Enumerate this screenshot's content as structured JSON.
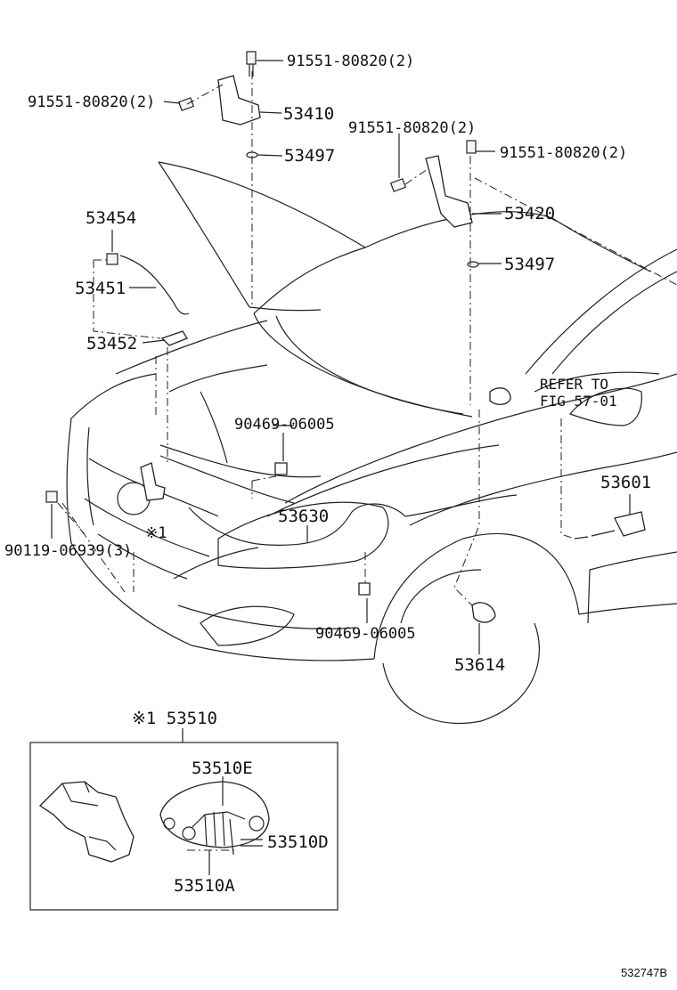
{
  "diagram": {
    "labels": {
      "bolt_top": "91551-80820(2)",
      "bolt_left": "91551-80820(2)",
      "hinge_lh": "53410",
      "seal_lh": "53497",
      "bolt_rh_left": "91551-80820(2)",
      "bolt_rh_right": "91551-80820(2)",
      "hinge_rh": "53420",
      "seal_rh": "53497",
      "clip_support": "53454",
      "support_rod": "53451",
      "rod_holder": "53452",
      "refer_line1": "REFER TO",
      "refer_line2": "FIG 57-01",
      "clip_upper": "90469-06005",
      "cable": "53630",
      "handle": "53601",
      "bolt_lower": "90119-06939(3)",
      "mark_note": "※1",
      "clip_lower": "90469-06005",
      "lever": "53614",
      "lock_assy": "※1 53510",
      "lock_e": "53510E",
      "lock_d": "53510D",
      "lock_a": "53510A"
    },
    "figure_code": "532747B"
  }
}
